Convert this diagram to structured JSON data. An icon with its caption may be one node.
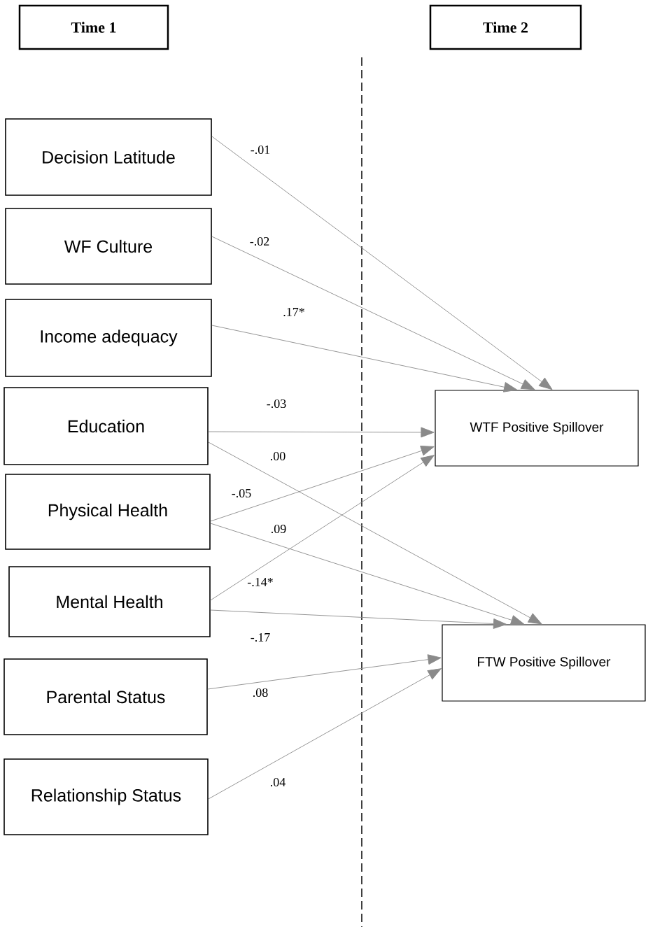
{
  "diagram": {
    "nodes": [
      {
        "text": [
          "Time 1"
        ]
      },
      {
        "text": [
          "Time 2"
        ]
      },
      {
        "text": [
          "Decision Latitude"
        ]
      },
      {
        "text": [
          "WF Culture"
        ]
      },
      {
        "text": [
          "Income adequacy"
        ]
      },
      {
        "text": [
          "Education"
        ]
      },
      {
        "text": [
          "Physical Health"
        ]
      },
      {
        "text": [
          "Mental Health"
        ]
      },
      {
        "text": [
          "Parental Status"
        ]
      },
      {
        "text": [
          "Relationship Status"
        ]
      },
      {
        "text": [
          "WTF Positive Spillover"
        ]
      },
      {
        "text": [
          "FTW Positive Spillover"
        ]
      }
    ],
    "edges": [
      {
        "from": 2,
        "to": 10,
        "arrow": "to",
        "label": "-.01"
      },
      {
        "from": 3,
        "to": 10,
        "arrow": "to",
        "label": "-.02"
      },
      {
        "from": 4,
        "to": 10,
        "arrow": "to",
        "label": ".17*"
      },
      {
        "from": 5,
        "to": 10,
        "arrow": "to",
        "label": "-.03"
      },
      {
        "from": 5,
        "to": 11,
        "arrow": "to",
        "label": ".00"
      },
      {
        "from": 6,
        "to": 10,
        "arrow": "to",
        "label": "-.05"
      },
      {
        "from": 6,
        "to": 11,
        "arrow": "to",
        "label": ".09"
      },
      {
        "from": 7,
        "to": 10,
        "arrow": "to",
        "label": "-.14*"
      },
      {
        "from": 7,
        "to": 11,
        "arrow": "to",
        "label": "-.17"
      },
      {
        "from": 8,
        "to": 11,
        "arrow": "to",
        "label": ".08"
      },
      {
        "from": 9,
        "to": 11,
        "arrow": "to",
        "label": ".04"
      }
    ]
  }
}
